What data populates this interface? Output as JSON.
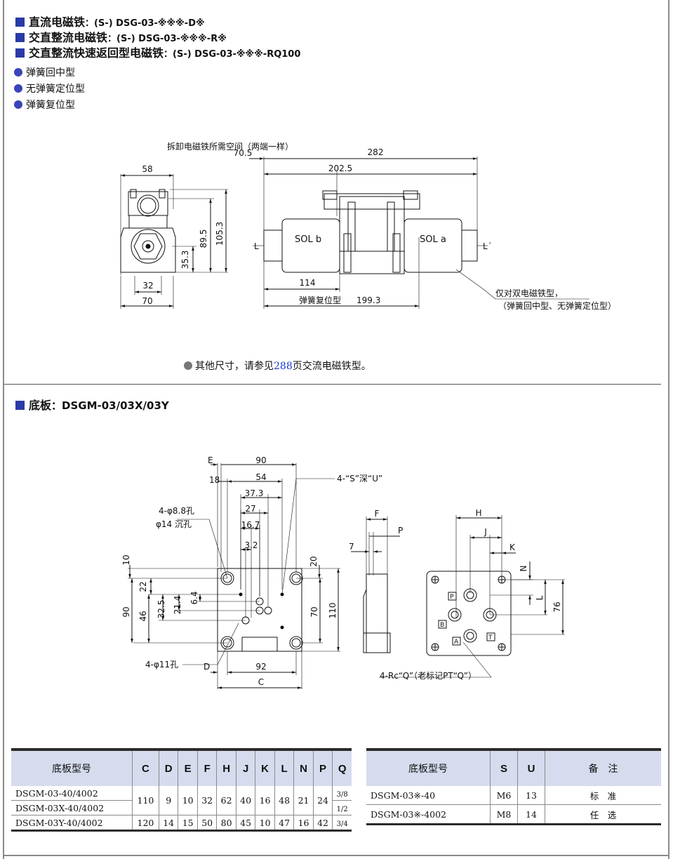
{
  "headings": [
    {
      "label": "直流电磁铁",
      "model": "：(S-) DSG-03-※※※-D※"
    },
    {
      "label": "交直整流电磁铁",
      "model": "：(S-) DSG-03-※※※-R※"
    },
    {
      "label": "交直整流快速返回型电磁铁",
      "model": "：(S-) DSG-03-※※※-RQ100"
    }
  ],
  "types": [
    "弹簧回中型",
    "无弹簧定位型",
    "弹簧复位型"
  ],
  "valve_drawing": {
    "removal_note": "拆卸电磁铁所需空间（两端一样）",
    "dims": {
      "d58": "58",
      "d70_5": "70.5",
      "d282": "282",
      "d202_5": "202.5",
      "d89_5": "89.5",
      "d105_3": "105.3",
      "d35_3": "35.3",
      "d32": "32",
      "d70": "70",
      "d114": "114",
      "spring_return": "弹簧复位型",
      "d199_3": "199.3"
    },
    "labels": {
      "L": "L",
      "L_prime": "L´",
      "sol_b": "SOL b",
      "sol_a": "SOL a"
    },
    "double_note_1": "仅对双电磁铁型，",
    "double_note_2": "（弹簧回中型、无弹簧定位型）"
  },
  "other_note": {
    "before": "其他尺寸，请参见",
    "page": "288",
    "after": "页交流电磁铁型。"
  },
  "subplate_heading": {
    "label": "底板",
    "model": "：DSGM-03/03X/03Y"
  },
  "subplate_drawing": {
    "dims": {
      "E": "E",
      "d90": "90",
      "d18": "18",
      "d54": "54",
      "d37_3": "37.3",
      "d27": "27",
      "d16_7": "16.7",
      "d3_2": "3.2",
      "d10": "10",
      "d22": "22",
      "d6_4": "6.4",
      "d21_4": "21.4",
      "d32_5": "32.5",
      "d46": "46",
      "d90v": "90",
      "d20": "20",
      "d70": "70",
      "d110": "110",
      "D": "D",
      "d92": "92",
      "C": "C",
      "F": "F",
      "P": "P",
      "d7": "7",
      "H": "H",
      "J": "J",
      "K": "K",
      "N": "N",
      "L": "L",
      "d76": "76"
    },
    "hole_note": "4-φ8.8孔",
    "counterbore_note": "φ14 沉孔",
    "s_note": "4-“S”深“U”",
    "hole11_note": "4-φ11孔",
    "rc_note": "4-Rc“Q”（老标记PT“Q”）",
    "ports": {
      "P": "P",
      "T": "T",
      "A": "A",
      "B": "B"
    }
  },
  "table1": {
    "headers": [
      "底板型号",
      "C",
      "D",
      "E",
      "F",
      "H",
      "J",
      "K",
      "L",
      "N",
      "P",
      "Q"
    ],
    "rows": [
      {
        "models": [
          "DSGM-03-40/4002",
          "DSGM-03X-40/4002"
        ],
        "values": [
          "110",
          "9",
          "10",
          "32",
          "62",
          "40",
          "16",
          "48",
          "21",
          "24"
        ],
        "q": [
          {
            "num": "3",
            "den": "8"
          },
          {
            "num": "1",
            "den": "2"
          }
        ]
      },
      {
        "models": [
          "DSGM-03Y-40/4002"
        ],
        "values": [
          "120",
          "14",
          "15",
          "50",
          "80",
          "45",
          "10",
          "47",
          "16",
          "42"
        ],
        "q": [
          {
            "num": "3",
            "den": "4"
          }
        ]
      }
    ]
  },
  "table2": {
    "headers": [
      "底板型号",
      "S",
      "U",
      "备　注"
    ],
    "rows": [
      [
        "DSGM-03※-40",
        "M6",
        "13",
        "标　准"
      ],
      [
        "DSGM-03※-4002",
        "M8",
        "14",
        "任　选"
      ]
    ]
  }
}
